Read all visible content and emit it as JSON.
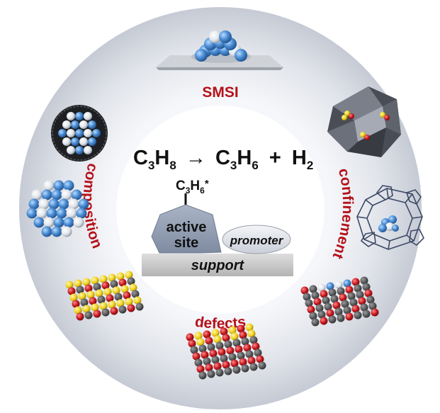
{
  "colors": {
    "ring_outer": "#c9ced8",
    "ring_inner": "#f3f4f7",
    "label_red": "#b5121b",
    "blue_atom": "#4d8fd6",
    "white_atom": "#e8ecf1",
    "gray_atom": "#58595b",
    "red_atom": "#c4161c",
    "yellow_atom": "#f0d21a",
    "block_gray": "#9aa6b9",
    "support_gray": "#c9c9c9"
  },
  "labels": {
    "smsi": "SMSI",
    "composition": "composition",
    "confinement": "confinement",
    "defects": "defects"
  },
  "reaction": {
    "c3h8": {
      "base": "C",
      "sub1": "3",
      "mid": "H",
      "sub2": "8"
    },
    "arrow": "→",
    "c3h6": {
      "base": "C",
      "sub1": "3",
      "mid": "H",
      "sub2": "6"
    },
    "plus": "+",
    "h2": {
      "base": "H",
      "sub": "2"
    }
  },
  "adsorbate": {
    "base": "C",
    "sub1": "3",
    "mid": "H",
    "sub2": "6",
    "star": "*"
  },
  "center": {
    "active_line1": "active",
    "active_line2": "site",
    "promoter": "promoter",
    "support": "support"
  },
  "icons": [
    "smsi-particle-icon",
    "core-shell-sphere-icon",
    "alloy-cluster-icon",
    "layered-oxide-slab-icon",
    "defect-slab-icon",
    "confined-slab-icon",
    "zeolite-framework-icon",
    "zeolite-cage-cluster-icon"
  ]
}
